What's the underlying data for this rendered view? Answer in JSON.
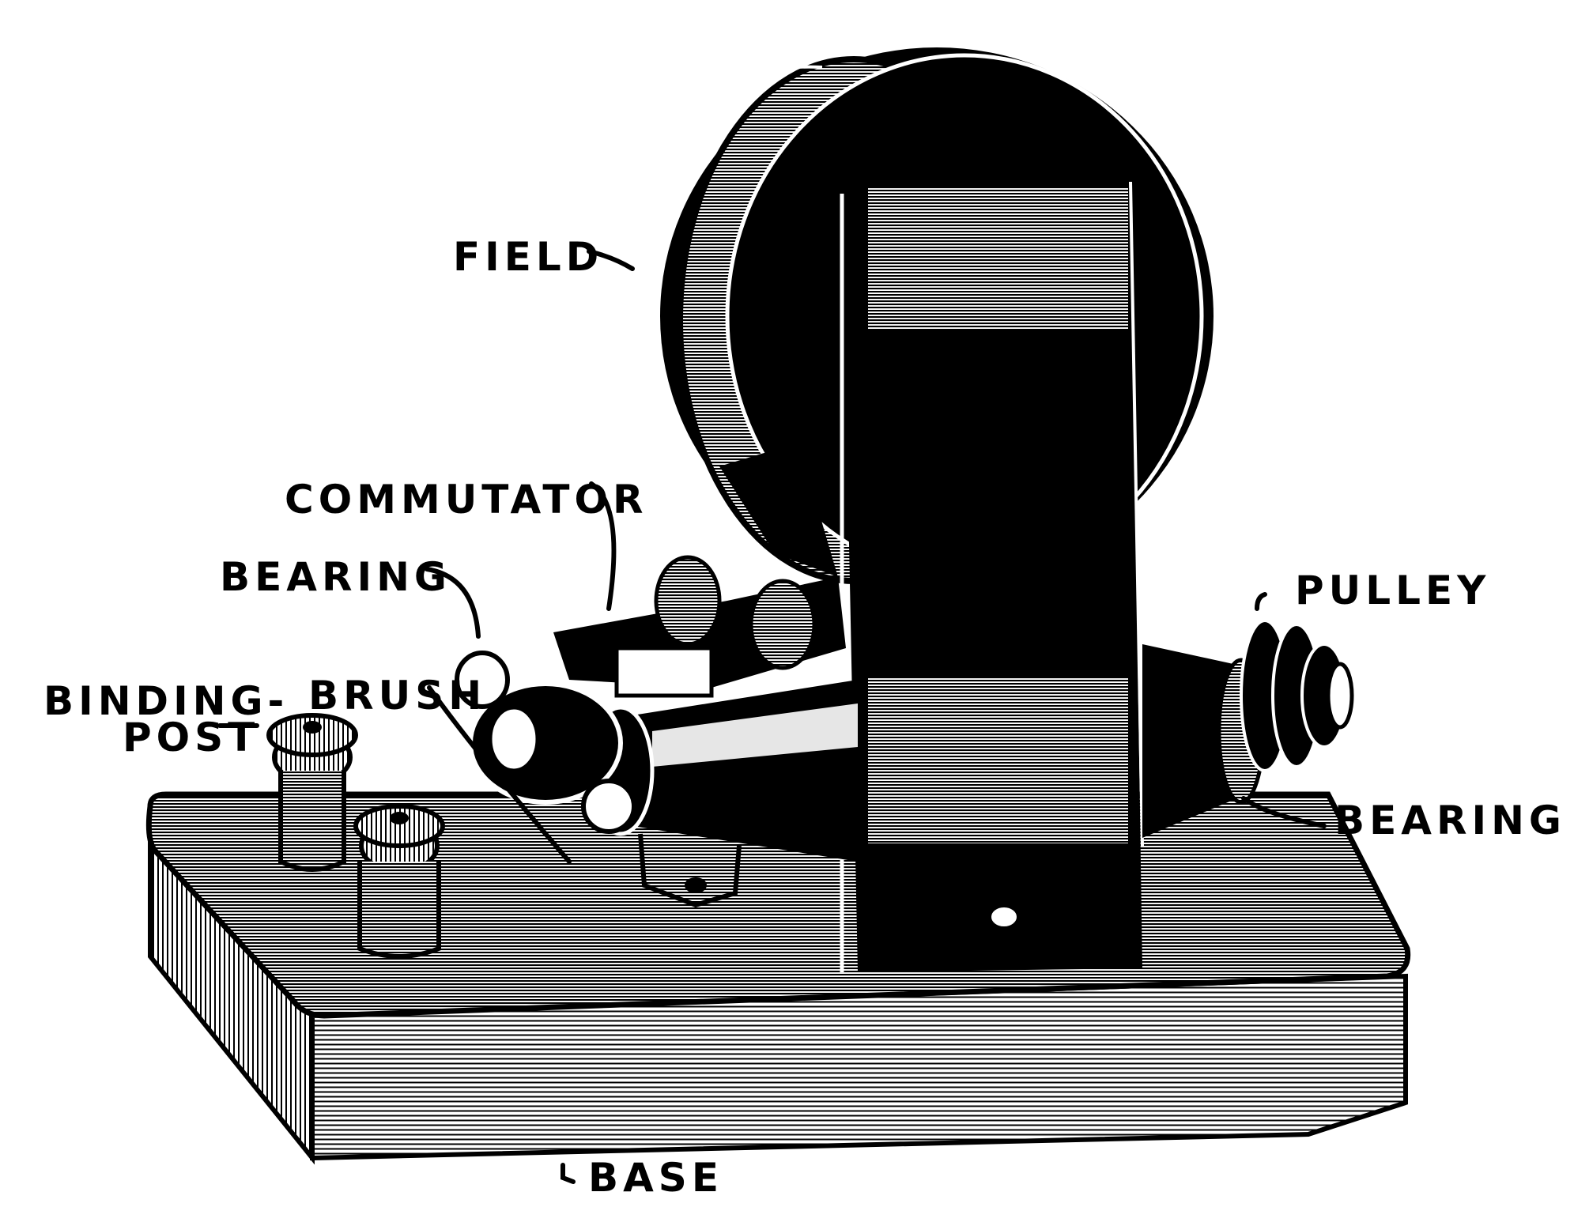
{
  "colors": {
    "ink": "#000000",
    "paper": "#ffffff"
  },
  "labels": {
    "field": "FIELD",
    "commutator": "COMMUTATOR",
    "bearing_left": "BEARING",
    "binding_post_1": "BINDING-",
    "binding_post_2": "POST",
    "brush": "BRUSH",
    "pulley": "PULLEY",
    "bearing_right": "BEARING",
    "base": "BASE"
  }
}
